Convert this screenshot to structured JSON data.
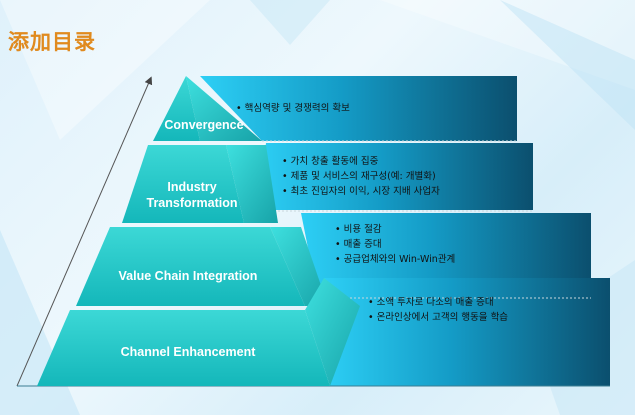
{
  "title": "添加目录",
  "levels": [
    {
      "label": "Convergence",
      "bullets": [
        "핵심역량 및 경쟁력의 확보"
      ]
    },
    {
      "label": "Industry Transformation",
      "label_lines": [
        "Industry",
        "Transformation"
      ],
      "bullets": [
        "가치 창출 활동에 집중",
        "제품 및 서비스의 재구성(예: 개별화)",
        "최초 진입자의 이익, 시장 지배 사업자"
      ]
    },
    {
      "label": "Value Chain Integration",
      "bullets": [
        "비용 절감",
        "매출 증대",
        "공급업체와의 Win-Win관계"
      ]
    },
    {
      "label": "Channel Enhancement",
      "bullets": [
        "소액 투자로 다소의 매출 증대",
        "온라인상에서 고객의 행동을 학습"
      ]
    }
  ],
  "colors": {
    "title": "#e08a1e",
    "pyramid_front": "#1cc6c8",
    "pyramid_side": "#1aa9ad",
    "panel_left": "#28c6ee",
    "panel_right": "#0d5a78"
  }
}
